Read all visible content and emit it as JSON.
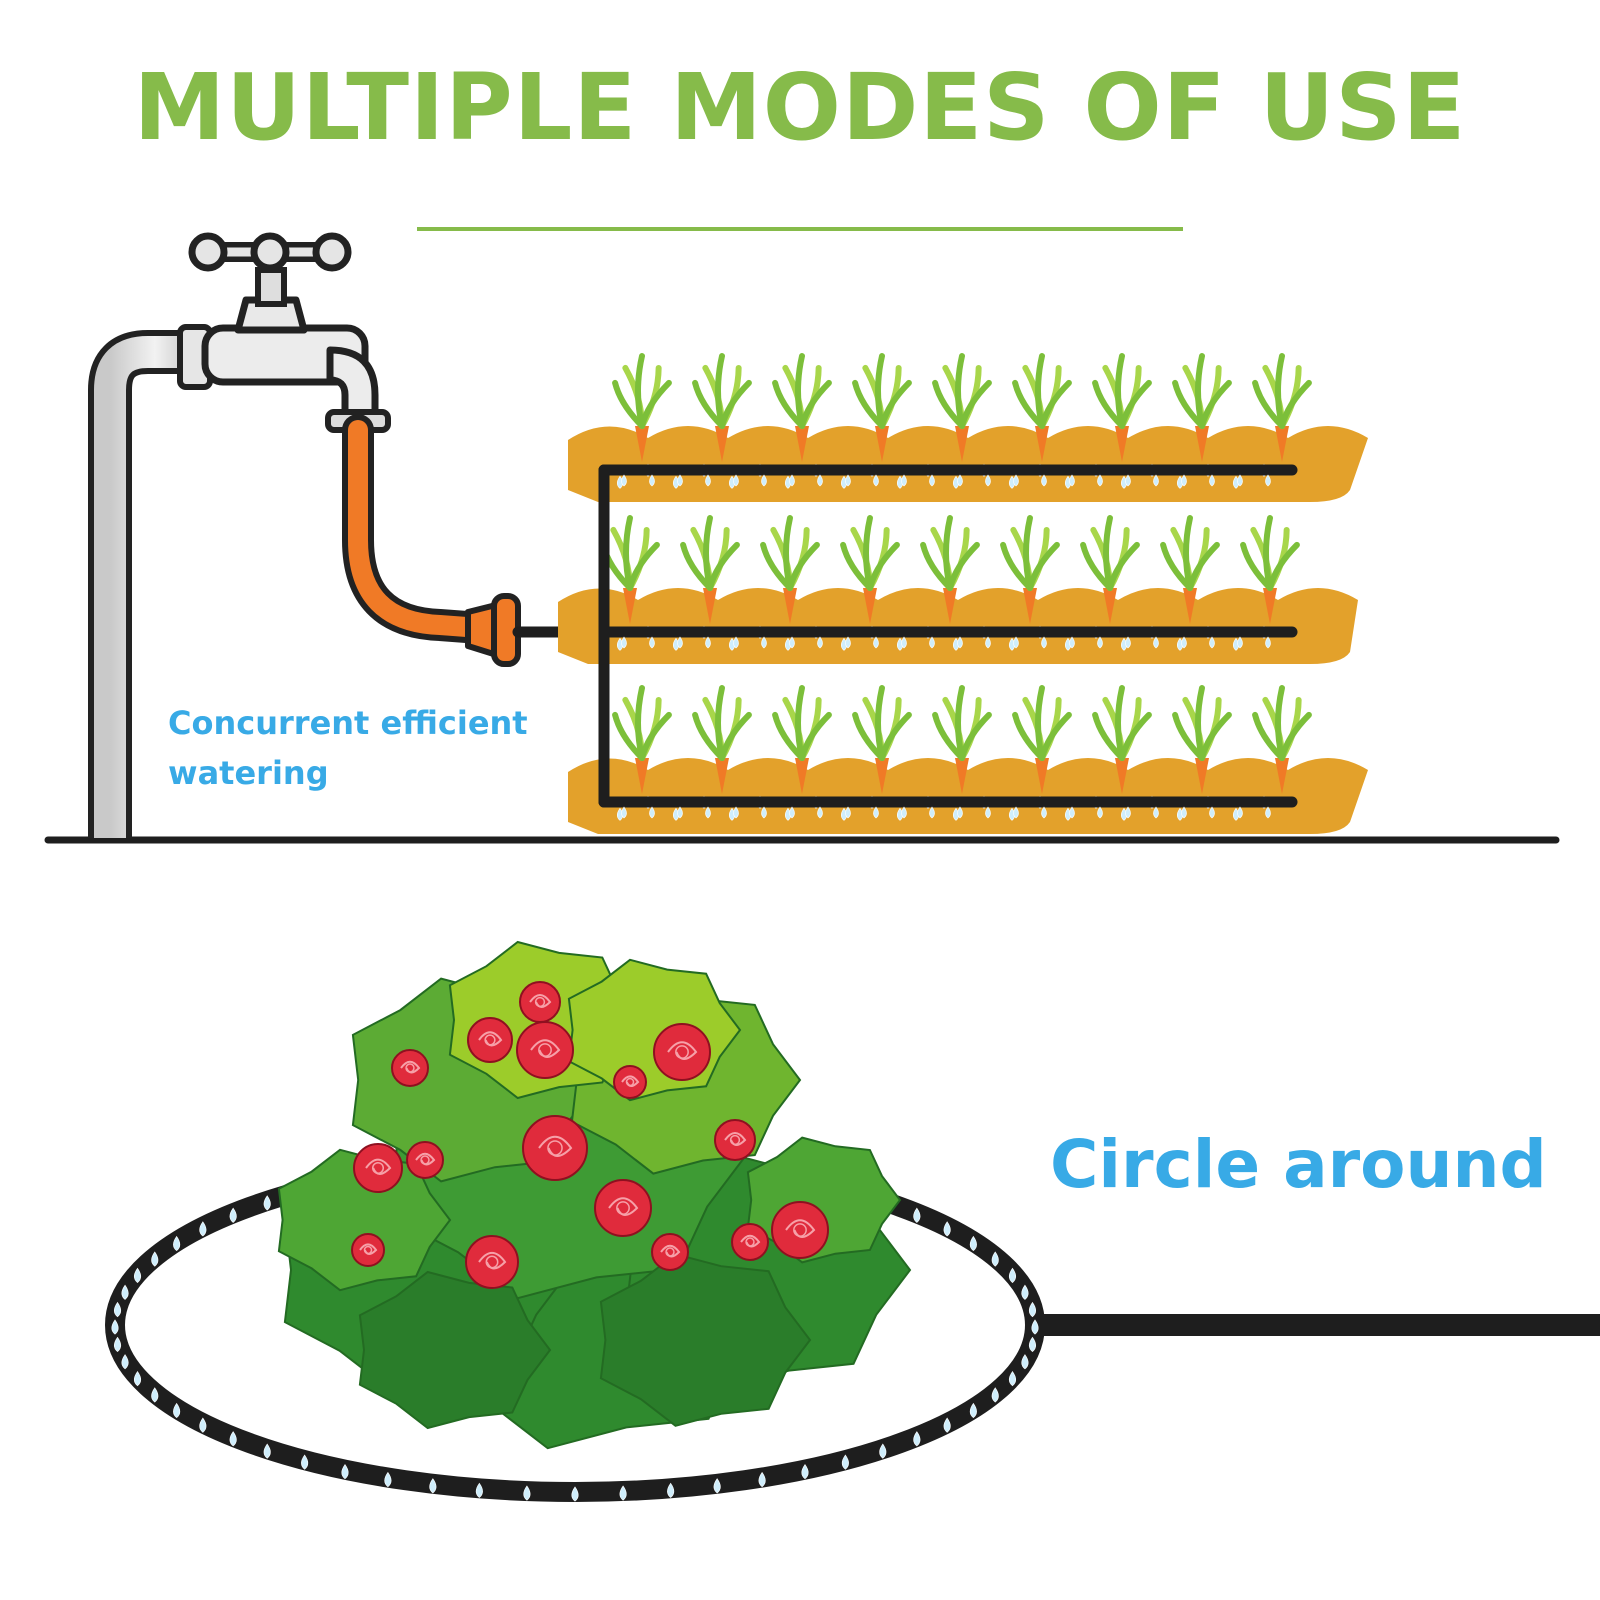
{
  "title": "MULTIPLE MODES OF USE",
  "captions": {
    "concurrent": "Concurrent efficient watering",
    "circle": "Circle around"
  },
  "colors": {
    "title_green": "#86bb4a",
    "caption_blue": "#38aae6",
    "soil": "#e3a12b",
    "hose_orange": "#f07a26",
    "tube_black": "#1e1e1e",
    "leaf_green": "#7cbf3a",
    "bush_dark": "#2f8a2e",
    "bush_light": "#9ccc2a",
    "rose_red": "#e02b3c"
  }
}
